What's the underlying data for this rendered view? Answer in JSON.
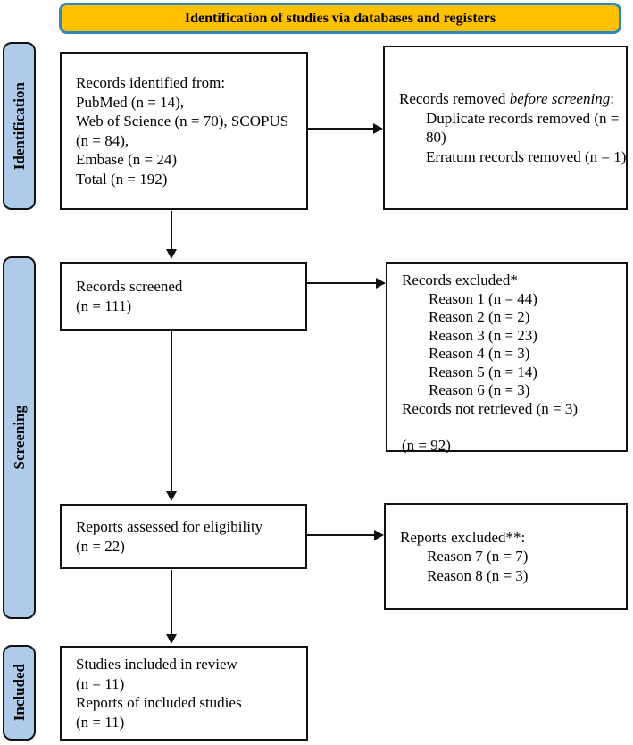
{
  "header": {
    "label": "Identification of studies via databases and registers"
  },
  "colors": {
    "header_fill": "#FFC000",
    "header_border": "#2E86C0",
    "sidebar_fill": "#AECBE9",
    "box_border": "#111111",
    "text": "#000000"
  },
  "sidebars": {
    "identification": "Identification",
    "screening": "Screening",
    "included": "Included"
  },
  "boxes": {
    "records_identified": {
      "lines": [
        "Records identified from:",
        "PubMed (n = 14),",
        "Web of Science (n = 70), SCOPUS",
        "(n = 84),",
        "Embase (n = 24)",
        "Total (n = 192)"
      ]
    },
    "records_removed": {
      "line1_prefix": "Records removed ",
      "line1_italic": "before screening",
      "line1_suffix": ":",
      "lines": [
        "Duplicate records removed (n =",
        "80)",
        "Erratum records removed (n = 1)"
      ]
    },
    "records_screened": {
      "lines": [
        "Records screened",
        "(n = 111)"
      ]
    },
    "records_excluded": {
      "lines": [
        "Records excluded*",
        "Reason 1 (n = 44)",
        "Reason 2 (n = 2)",
        "Reason 3 (n = 23)",
        "Reason 4 (n = 3)",
        "Reason 5 (n = 14)",
        "Reason 6 (n = 3)",
        "Records not retrieved (n = 3)",
        "",
        "(n = 92)"
      ]
    },
    "reports_assessed": {
      "lines": [
        "Reports assessed for eligibility",
        "(n = 22)"
      ]
    },
    "reports_excluded": {
      "lines": [
        "Reports excluded**:",
        "Reason 7 (n = 7)",
        "Reason 8 (n = 3)"
      ]
    },
    "studies_included": {
      "lines": [
        "Studies included in review",
        "(n = 11)",
        "Reports of included studies",
        "(n = 11)"
      ]
    }
  }
}
